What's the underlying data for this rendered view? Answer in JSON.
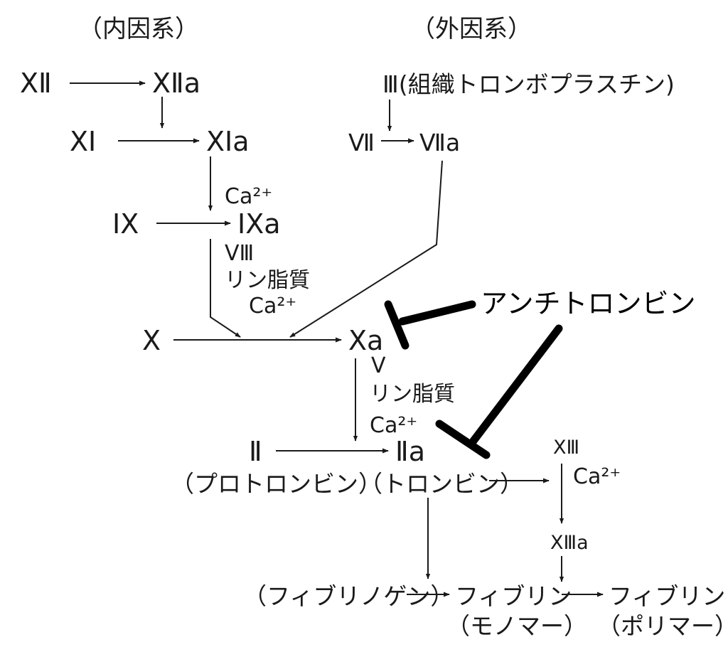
{
  "headers": {
    "intrinsic": "（内因系）",
    "extrinsic": "（外因系）"
  },
  "nodes": {
    "xii": "XⅡ",
    "xiia": "XⅡa",
    "xi": "XⅠ",
    "xia": "XⅠa",
    "ix": "IX",
    "ixa": "IXa",
    "iii": "Ⅲ(組織トロンボプラスチン)",
    "vii": "Ⅶ",
    "viia": "Ⅶa",
    "x": "X",
    "xa": "Xa",
    "ii": "Ⅱ",
    "ii_name": "（プロトロンビン）",
    "iia": "Ⅱa",
    "iia_name": "（トロンビン）",
    "xiii": "XⅢ",
    "xiiia": "XⅢa",
    "fibrinogen": "（フィブリノゲン）",
    "fibrin_mono": "フィブリン",
    "fibrin_mono_sub": "（モノマー）",
    "fibrin_poly": "フィブリン",
    "fibrin_poly_sub": "（ポリマー）"
  },
  "cofactors": {
    "ca_xia": "Ca²⁺",
    "viii": "VⅢ",
    "lipid_tenase": "リン脂質",
    "ca_tenase": "Ca²⁺",
    "v": "V",
    "lipid_prothrombinase": "リン脂質",
    "ca_prothrombinase": "Ca²⁺",
    "ca_xiii": "Ca²⁺"
  },
  "inhibitor": {
    "label": "アンチトロンビン"
  }
}
